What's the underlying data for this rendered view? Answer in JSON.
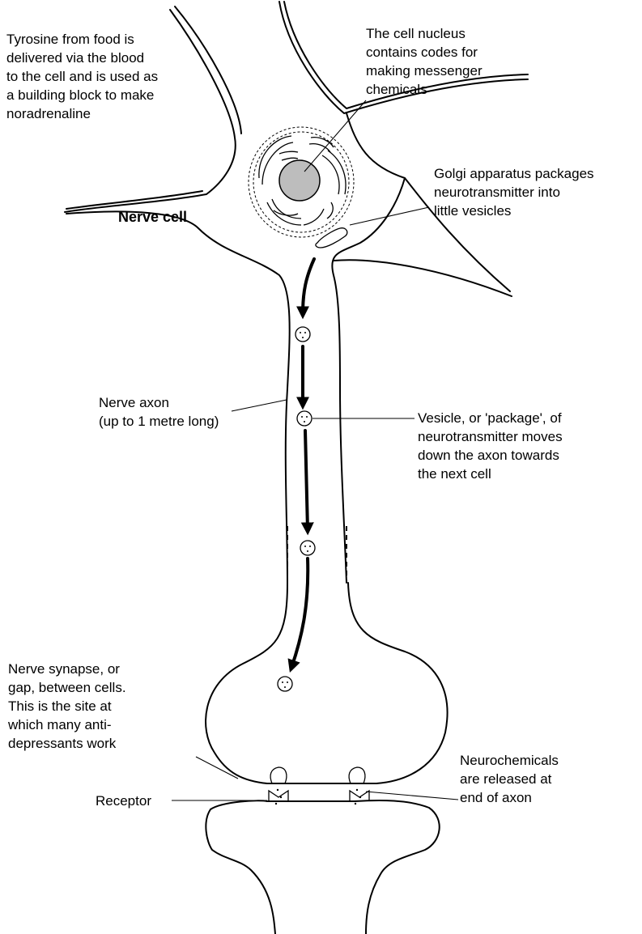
{
  "diagram": {
    "labels": {
      "tyrosine": [
        "Tyrosine from food is",
        "delivered via the blood",
        "to the cell and is used as",
        "a building block to make",
        "noradrenaline"
      ],
      "nucleus": [
        "The cell nucleus",
        "contains codes for",
        "making messenger",
        "chemicals"
      ],
      "golgi": [
        "Golgi apparatus packages",
        "neurotransmitter into",
        "little vesicles"
      ],
      "nerve_cell": "Nerve cell",
      "axon": [
        "Nerve axon",
        "(up to 1 metre long)"
      ],
      "vesicle": [
        "Vesicle, or 'package', of",
        "neurotransmitter moves",
        "down the axon towards",
        "the next cell"
      ],
      "synapse": [
        "Nerve synapse, or",
        "gap, between cells.",
        "This is the site at",
        "which many anti-",
        "depressants work"
      ],
      "neurochemicals": [
        "Neurochemicals",
        "are released at",
        "end of axon"
      ],
      "receptor": "Receptor"
    },
    "colors": {
      "nucleus_fill": "#bdbdbd",
      "stroke": "#000000",
      "background": "#ffffff"
    }
  }
}
